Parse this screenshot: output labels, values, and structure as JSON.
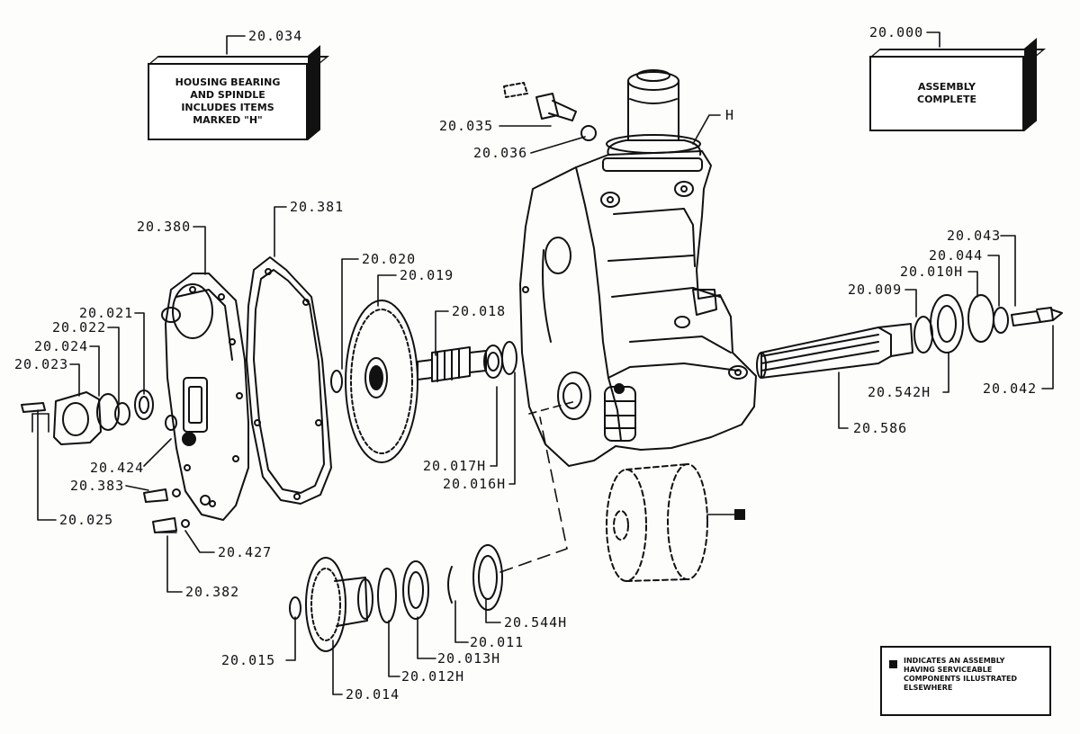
{
  "boxes": {
    "housing": {
      "code": "20.034",
      "lines": [
        "HOUSING BEARING",
        "AND SPINDLE",
        "INCLUDES ITEMS",
        "MARKED \"H\""
      ]
    },
    "assembly": {
      "code": "20.000",
      "lines": [
        "ASSEMBLY",
        "COMPLETE"
      ]
    }
  },
  "legend": {
    "lines": [
      "INDICATES AN ASSEMBLY",
      "HAVING SERVICEABLE",
      "COMPONENTS ILLUSTRATED",
      "ELSEWHERE"
    ]
  },
  "labels": {
    "p035": "20.035",
    "p036": "20.036",
    "h": "H",
    "p380": "20.380",
    "p381": "20.381",
    "p020": "20.020",
    "p019": "20.019",
    "p018": "20.018",
    "p021": "20.021",
    "p022": "20.022",
    "p024": "20.024",
    "p023": "20.023",
    "p424": "20.424",
    "p383": "20.383",
    "p025": "20.025",
    "p427": "20.427",
    "p382": "20.382",
    "p017h": "20.017H",
    "p016h": "20.016H",
    "p043": "20.043",
    "p044": "20.044",
    "p010h": "20.010H",
    "p009": "20.009",
    "p542h": "20.542H",
    "p042": "20.042",
    "p586": "20.586",
    "p544h": "20.544H",
    "p011": "20.011",
    "p013h": "20.013H",
    "p012h": "20.012H",
    "p015": "20.015",
    "p014": "20.014"
  }
}
